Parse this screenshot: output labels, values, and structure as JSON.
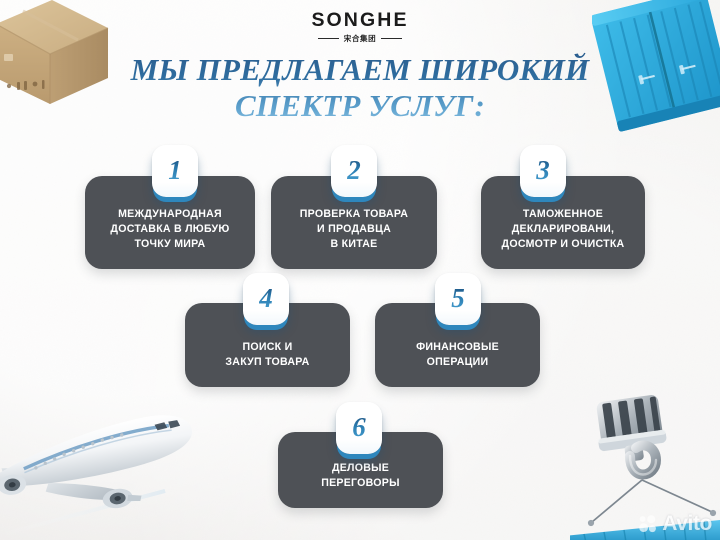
{
  "brand": {
    "logo_word": "SONGHE",
    "logo_cn": "宋合集团"
  },
  "headline": {
    "line1": "МЫ ПРЕДЛАГАЕМ ШИРОКИЙ",
    "line2": "СПЕКТР УСЛУГ:"
  },
  "cards": [
    {
      "number": "1",
      "text": "МЕЖДУНАРОДНАЯ\nДОСТАВКА В ЛЮБУЮ\nТОЧКУ МИРА"
    },
    {
      "number": "2",
      "text": "ПРОВЕРКА ТОВАРА\nИ ПРОДАВЦА\nВ КИТАЕ"
    },
    {
      "number": "3",
      "text": "ТАМОЖЕННОЕ\nДЕКЛАРИРОВАНИ,\nДОСМОТР И ОЧИСТКА"
    },
    {
      "number": "4",
      "text": "ПОИСК И\nЗАКУП ТОВАРА"
    },
    {
      "number": "5",
      "text": "ФИНАНСОВЫЕ\nОПЕРАЦИИ"
    },
    {
      "number": "6",
      "text": "ДЕЛОВЫЕ\nПЕРЕГОВОРЫ"
    }
  ],
  "decorations": [
    {
      "name": "cardboard-box",
      "position": "top-left"
    },
    {
      "name": "shipping-container",
      "position": "top-right"
    },
    {
      "name": "airplane",
      "position": "bottom-left"
    },
    {
      "name": "crane-hook",
      "position": "bottom-right"
    }
  ],
  "watermark": {
    "text": "Avito"
  },
  "colors": {
    "background": "#f2f2f0",
    "card": "#4e5156",
    "accent_blue": "#2e87bd",
    "headline_blue_dark": "#2b5d8e",
    "headline_blue_light": "#8fc3e2",
    "container_blue": "#2ba8dc",
    "box_brown": "#c7a87c",
    "text_white": "#ffffff"
  }
}
